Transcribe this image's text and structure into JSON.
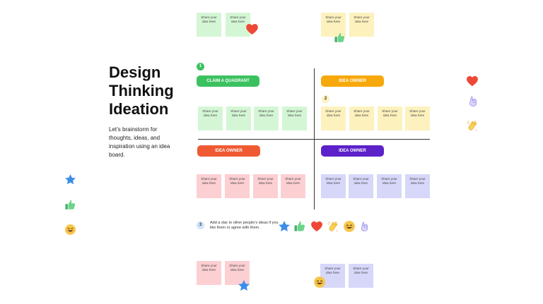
{
  "title_lines": [
    "Design",
    "Thinking",
    "Ideation"
  ],
  "description": "Let’s brainstorm for thoughts, ideas, and inspiration using an idea board.",
  "note_text": "Share your idea here",
  "quadrants": {
    "green": {
      "label": "CLAIM A QUADRANT",
      "step": "1",
      "color": "#3cc160"
    },
    "yellow": {
      "label": "IDEA OWNER",
      "step": "2",
      "color": "#f7a80a"
    },
    "red": {
      "label": "IDEA OWNER",
      "color": "#f05a33"
    },
    "purple": {
      "label": "IDEA OWNER",
      "color": "#5c21c9"
    }
  },
  "step3": {
    "number": "3",
    "text": "Add a star to other people’s ideas if you like them or agree with them."
  },
  "reactions": [
    "star-icon",
    "thumbs-up-icon",
    "heart-icon",
    "clapping-hands-icon",
    "smiley-icon",
    "ok-hand-icon"
  ],
  "colors": {
    "star": "#3b8ee8",
    "thumb": "#5ec87a",
    "heart": "#ee4836",
    "smiley": "#f7c649",
    "clap": "#f9cf55",
    "ok": "#c9c3f4"
  }
}
